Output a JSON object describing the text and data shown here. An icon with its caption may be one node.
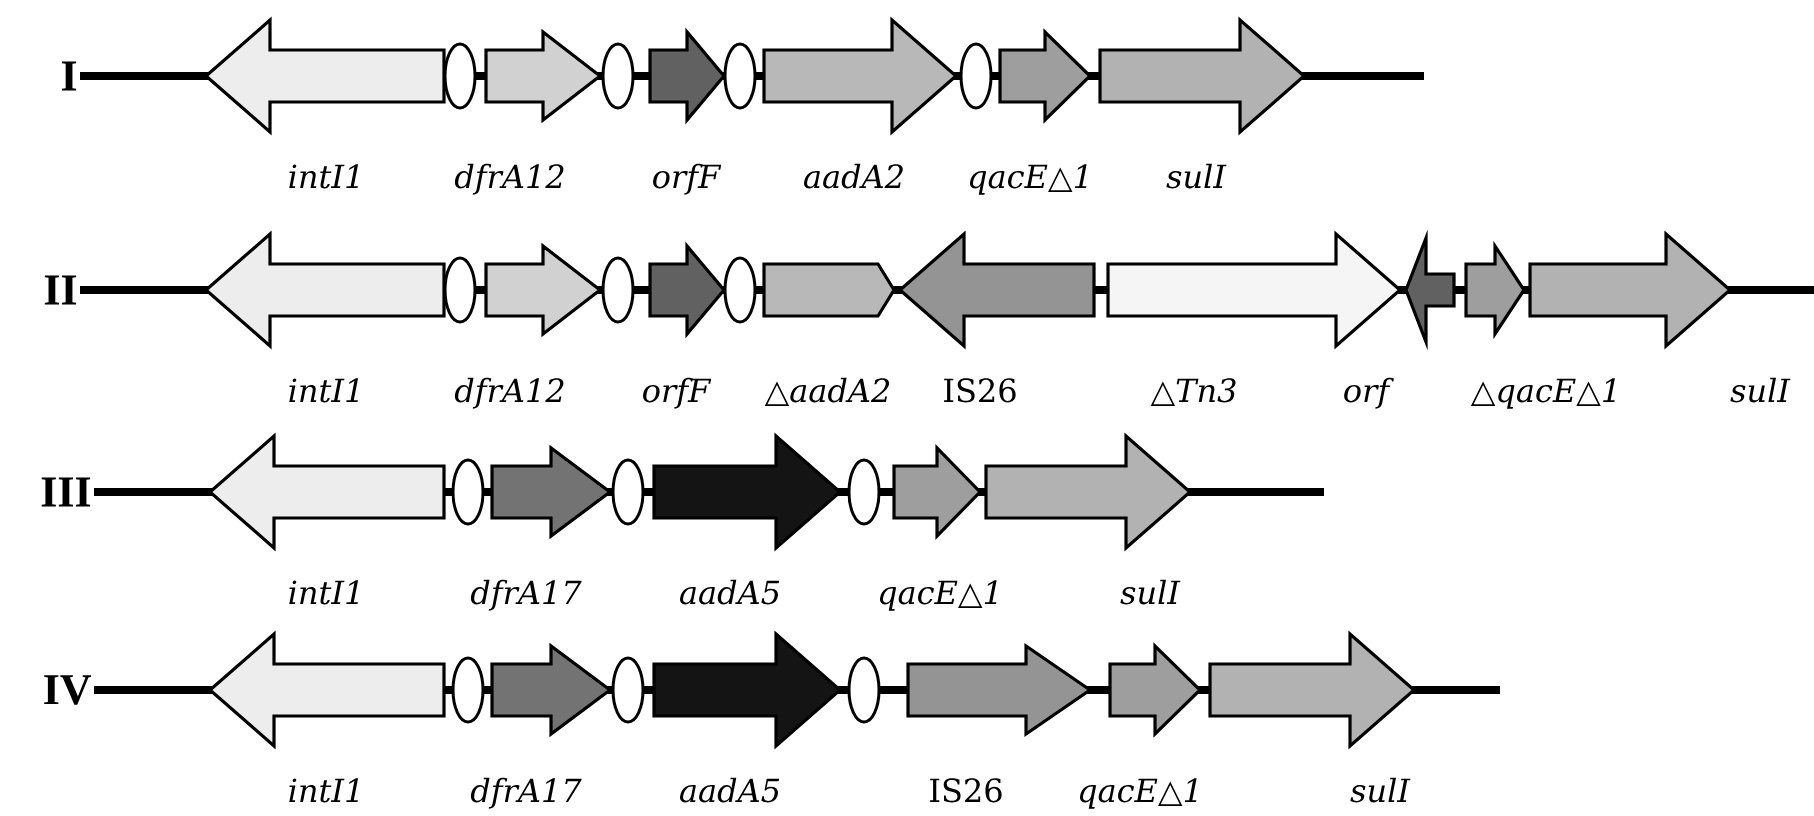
{
  "diagram": {
    "nodes": [
      {
        "text": [
          "intI1"
        ]
      },
      {
        "text": [],
        "shape": "oval"
      },
      {
        "text": [
          "dfrA12"
        ]
      },
      {
        "text": [],
        "shape": "oval"
      },
      {
        "text": [
          "orfF"
        ]
      },
      {
        "text": [],
        "shape": "oval"
      },
      {
        "text": [
          "aadA2"
        ]
      },
      {
        "text": [],
        "shape": "oval"
      },
      {
        "text": [
          "qacE△1"
        ]
      },
      {
        "text": [
          "sulI"
        ]
      },
      {
        "text": [
          "intI1"
        ]
      },
      {
        "text": [],
        "shape": "oval"
      },
      {
        "text": [
          "dfrA12"
        ]
      },
      {
        "text": [],
        "shape": "oval"
      },
      {
        "text": [
          "orfF"
        ]
      },
      {
        "text": [],
        "shape": "oval"
      },
      {
        "text": [
          "△aadA2"
        ]
      },
      {
        "text": [
          "IS26"
        ]
      },
      {
        "text": [
          "△Tn3"
        ]
      },
      {
        "text": [
          "orf"
        ]
      },
      {
        "text": [
          "△qacE△1"
        ]
      },
      {
        "text": [
          "sulI"
        ]
      },
      {
        "text": [
          "intI1"
        ]
      },
      {
        "text": [],
        "shape": "oval"
      },
      {
        "text": [
          "dfrA17"
        ]
      },
      {
        "text": [],
        "shape": "oval"
      },
      {
        "text": [
          "aadA5"
        ]
      },
      {
        "text": [],
        "shape": "oval"
      },
      {
        "text": [
          "qacE△1"
        ]
      },
      {
        "text": [
          "sulI"
        ]
      },
      {
        "text": [
          "intI1"
        ]
      },
      {
        "text": [],
        "shape": "oval"
      },
      {
        "text": [
          "dfrA17"
        ]
      },
      {
        "text": [],
        "shape": "oval"
      },
      {
        "text": [
          "aadA5"
        ]
      },
      {
        "text": [],
        "shape": "oval"
      },
      {
        "text": [
          "IS26"
        ]
      },
      {
        "text": [
          "qacE△1"
        ]
      },
      {
        "text": [
          "sulI"
        ]
      }
    ],
    "labels": [
      "I",
      "II",
      "III",
      "IV"
    ]
  }
}
